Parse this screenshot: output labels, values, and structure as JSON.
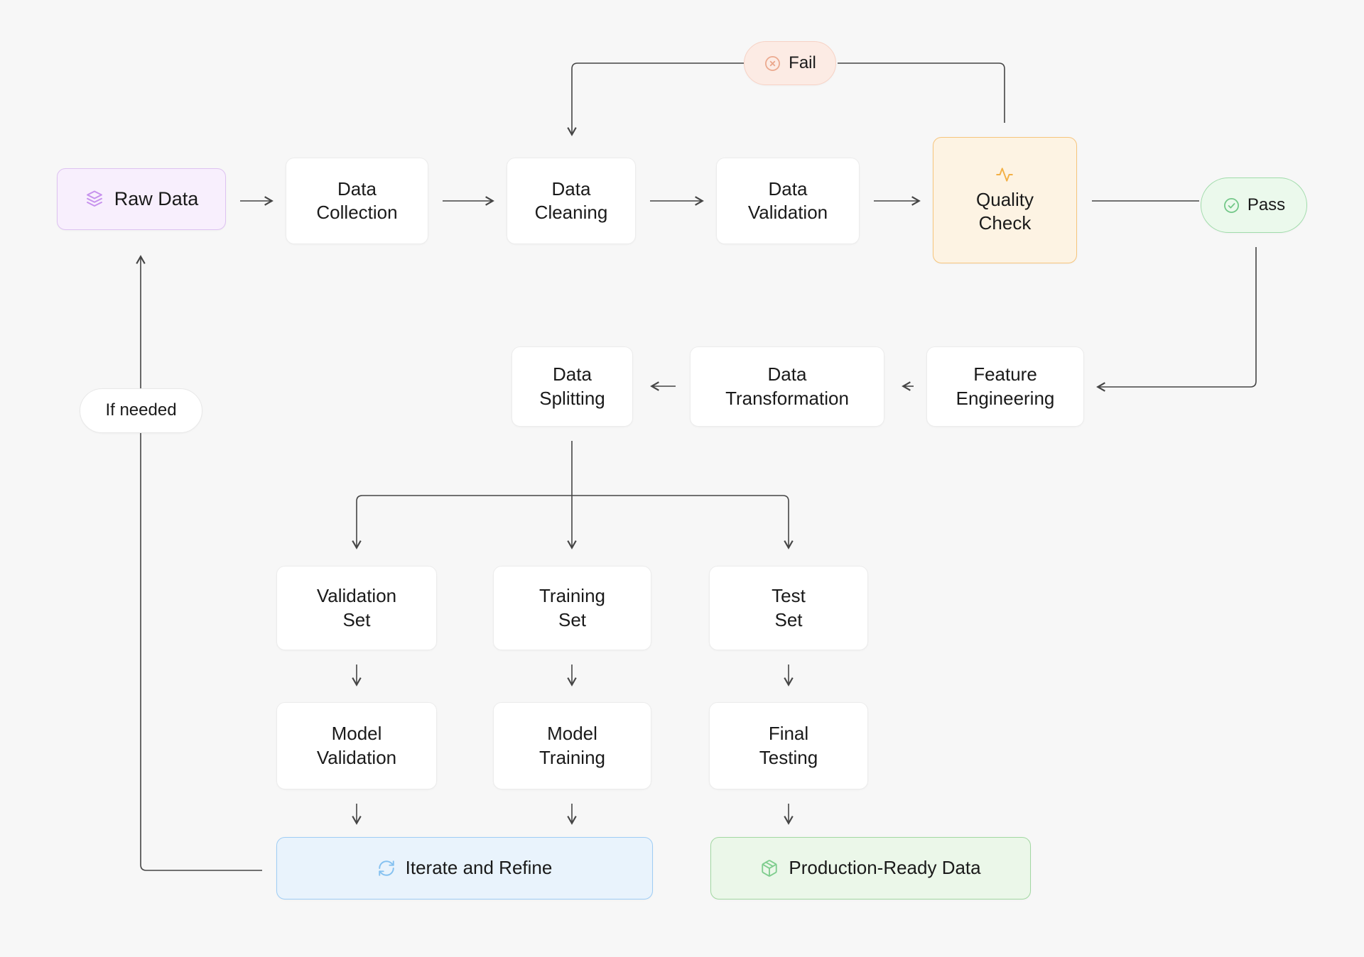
{
  "background": "#f7f7f7",
  "connector_color": "#454545",
  "plain_node_style": {
    "fill": "#ffffff",
    "border": "#ececec",
    "text_color": "#1a1a1a"
  },
  "nodes": {
    "raw_data": {
      "label": "Raw Data",
      "icon": "layers-icon",
      "fill": "#f8effd",
      "border": "#ddc2f1",
      "icon_color": "#c792ed"
    },
    "data_collection": {
      "label": "Data\nCollection"
    },
    "data_cleaning": {
      "label": "Data\nCleaning"
    },
    "data_validation": {
      "label": "Data\nValidation"
    },
    "quality_check": {
      "label": "Quality\nCheck",
      "icon": "activity-icon",
      "fill": "#fdf3e3",
      "border": "#f6c57d",
      "icon_color": "#f3b045"
    },
    "feature_engineering": {
      "label": "Feature\nEngineering"
    },
    "data_transformation": {
      "label": "Data\nTransformation"
    },
    "data_splitting": {
      "label": "Data\nSplitting"
    },
    "validation_set": {
      "label": "Validation\nSet"
    },
    "training_set": {
      "label": "Training\nSet"
    },
    "test_set": {
      "label": "Test\nSet"
    },
    "model_validation": {
      "label": "Model\nValidation"
    },
    "model_training": {
      "label": "Model\nTraining"
    },
    "final_testing": {
      "label": "Final\nTesting"
    },
    "iterate_refine": {
      "label": "Iterate and Refine",
      "icon": "refresh-icon",
      "fill": "#e9f3fc",
      "border": "#9fcdf5",
      "icon_color": "#85c1f0"
    },
    "production_ready": {
      "label": "Production-Ready Data",
      "icon": "package-icon",
      "fill": "#ebf7e9",
      "border": "#a2d8a2",
      "icon_color": "#7fcd8e"
    }
  },
  "badges": {
    "fail": {
      "label": "Fail",
      "icon": "circle-x-icon",
      "fill": "#fcebe4",
      "border": "#f7d2c5",
      "icon_color": "#eba98e"
    },
    "pass": {
      "label": "Pass",
      "icon": "circle-check-icon",
      "fill": "#ebf9ec",
      "border": "#a1dcab",
      "icon_color": "#72c787"
    }
  },
  "edge_labels": {
    "if_needed": "If needed"
  }
}
